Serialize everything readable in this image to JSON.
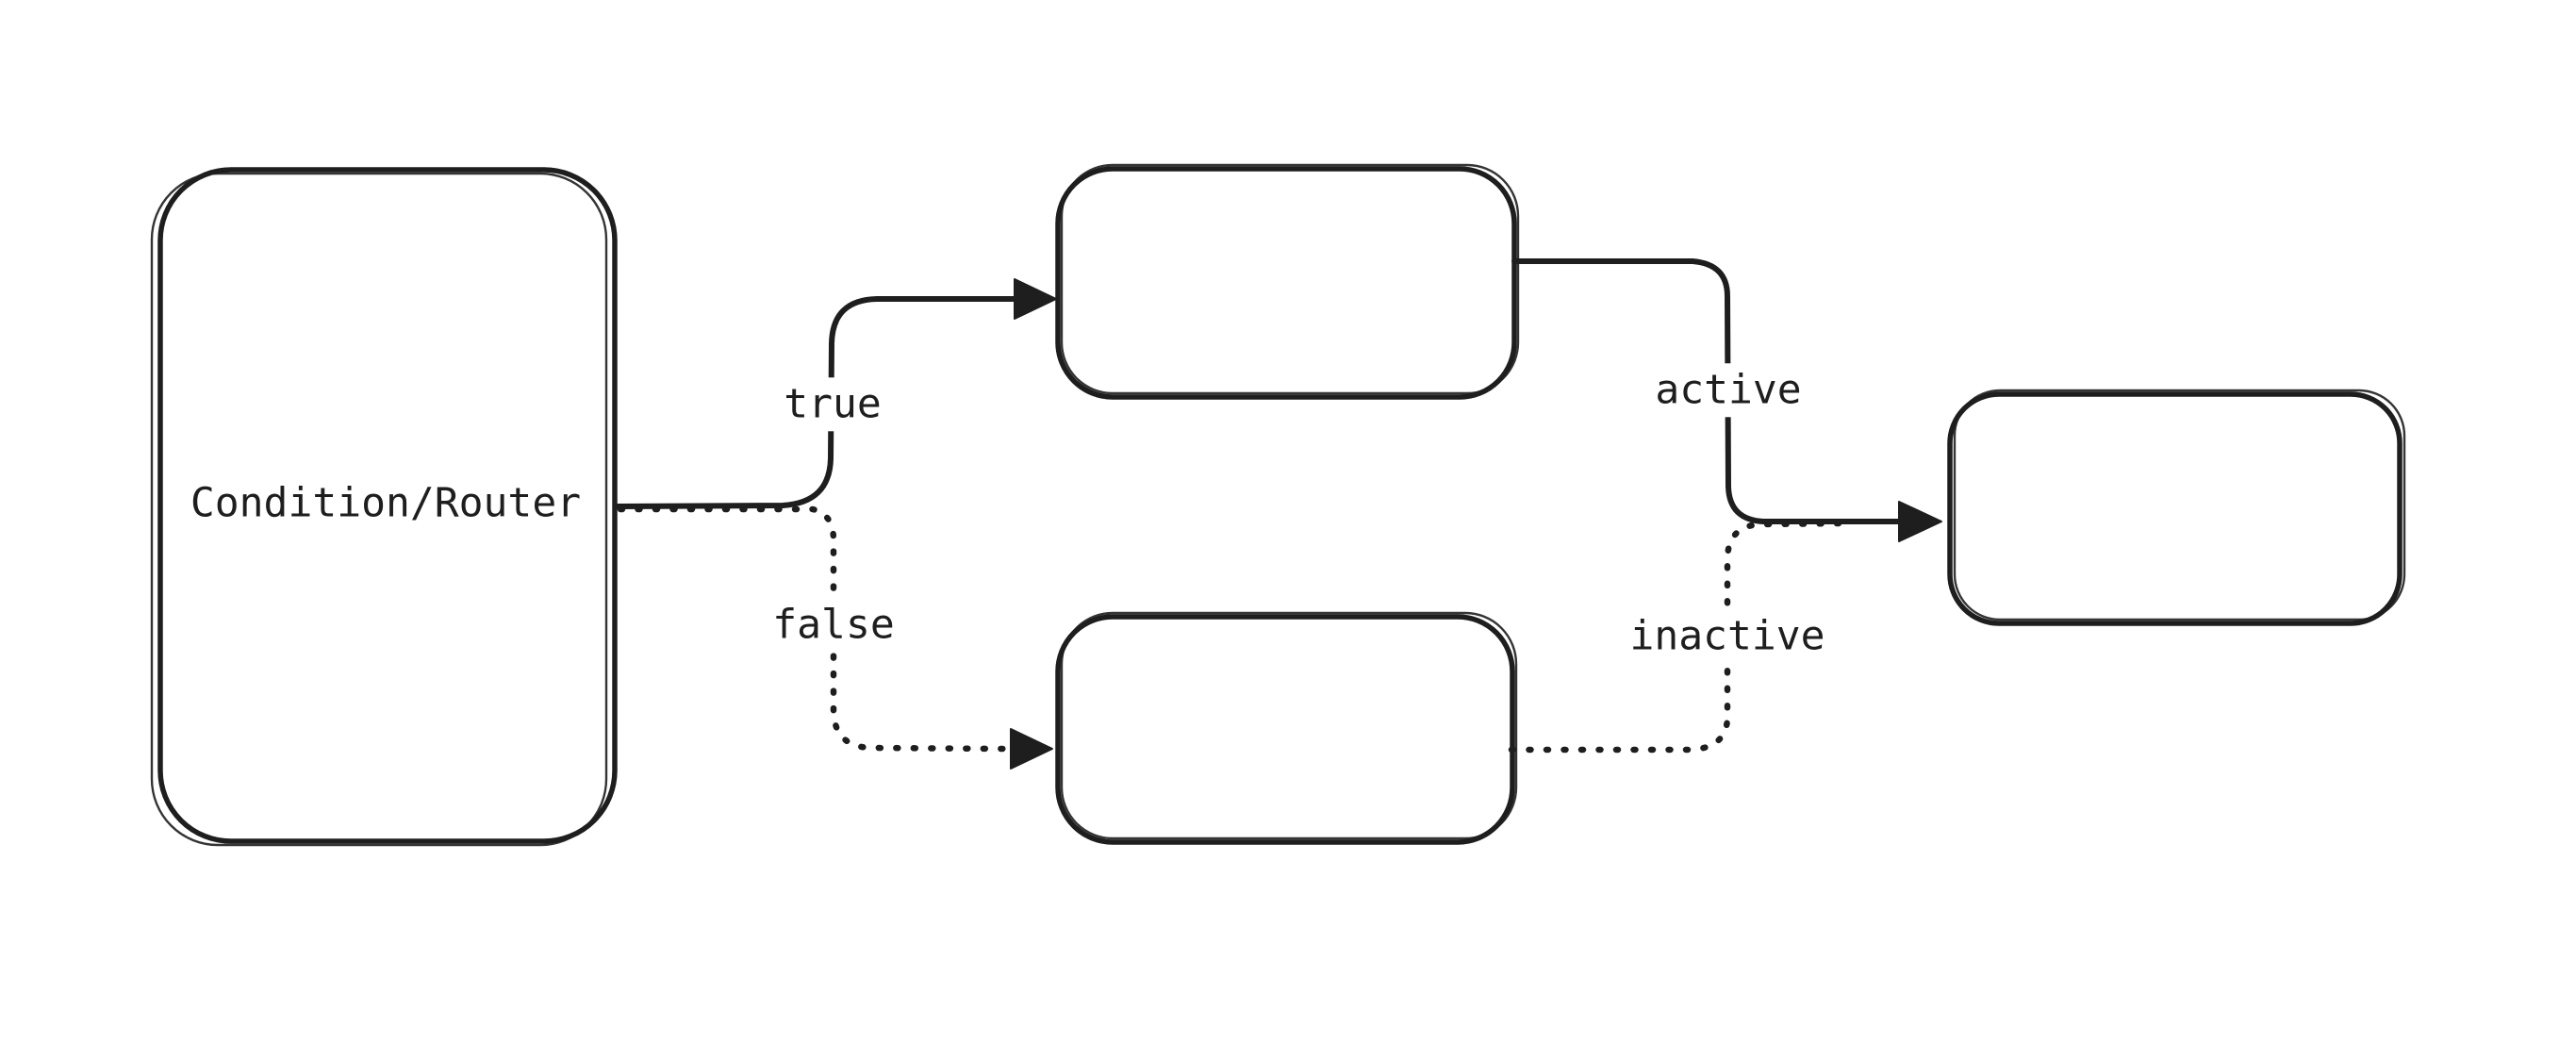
{
  "diagram": {
    "background_color": "#ffffff",
    "stroke_color": "#1e1e1e",
    "nodes": [
      {
        "id": "condition-router",
        "label": "Condition/Router"
      },
      {
        "id": "true-branch-box",
        "label": ""
      },
      {
        "id": "false-branch-box",
        "label": ""
      },
      {
        "id": "output-box",
        "label": ""
      }
    ],
    "edges": [
      {
        "id": "true-edge",
        "label": "true",
        "style": "solid"
      },
      {
        "id": "false-edge",
        "label": "false",
        "style": "dotted"
      },
      {
        "id": "active-edge",
        "label": "active",
        "style": "solid"
      },
      {
        "id": "inactive-edge",
        "label": "inactive",
        "style": "dotted"
      }
    ]
  }
}
